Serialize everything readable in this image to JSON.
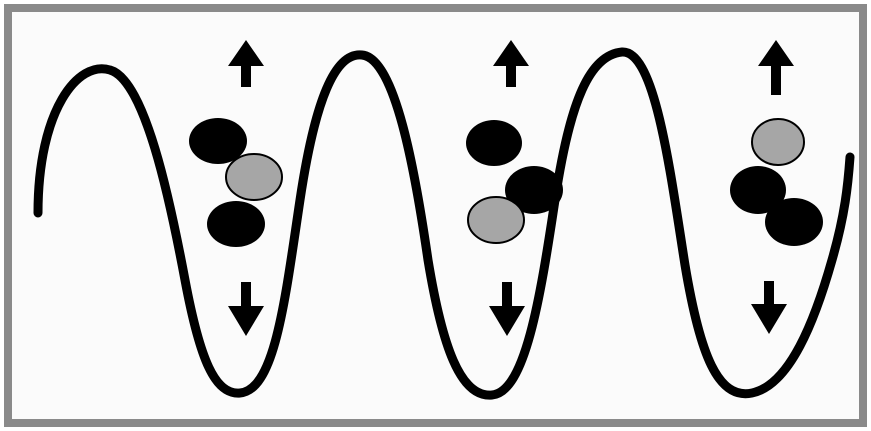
{
  "diagram": {
    "type": "potential-well-trimer-illustration",
    "colors": {
      "frame": "#8a8a8a",
      "background": "#fbfbfb",
      "curve": "#000000",
      "dark_particle": "#000000",
      "light_particle": "#a6a6a6",
      "light_particle_outline": "#000000",
      "arrow": "#000000"
    },
    "wells": [
      {
        "well": 1,
        "arrows": [
          "up",
          "down"
        ],
        "particles_top_to_bottom": [
          "dark",
          "light",
          "dark"
        ]
      },
      {
        "well": 2,
        "arrows": [
          "up",
          "down"
        ],
        "particles_top_to_bottom": [
          "dark",
          "dark",
          "light"
        ]
      },
      {
        "well": 3,
        "arrows": [
          "up",
          "down"
        ],
        "particles_top_to_bottom": [
          "light",
          "dark",
          "dark"
        ]
      }
    ]
  }
}
